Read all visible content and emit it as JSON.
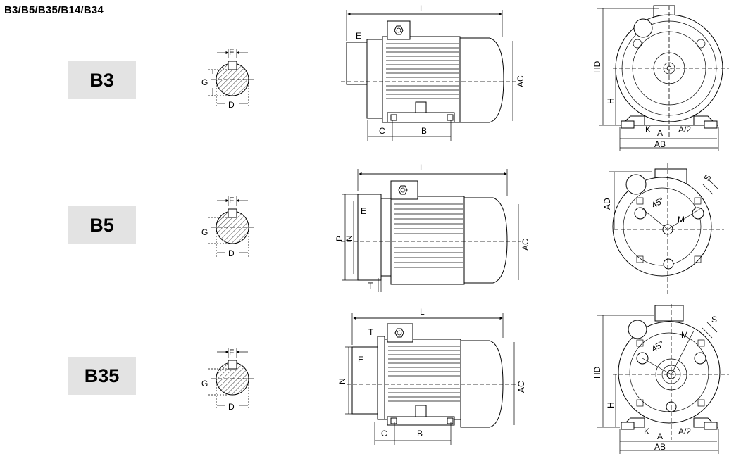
{
  "title": "B3/B5/B35/B14/B34",
  "rows": [
    {
      "badge": "B3"
    },
    {
      "badge": "B5"
    },
    {
      "badge": "B35"
    }
  ],
  "shaft_labels": {
    "f": "F",
    "g": "G",
    "d": "D"
  },
  "side_labels": {
    "l": "L",
    "e": "E",
    "ac": "AC",
    "c": "C",
    "b": "B",
    "p": "P",
    "n": "N",
    "t": "T"
  },
  "front_labels": {
    "hd": "HD",
    "h": "H",
    "k": "K",
    "a": "A",
    "a2": "A/2",
    "ab": "AB",
    "ad": "AD",
    "s": "S",
    "m": "M",
    "deg": "45°"
  }
}
